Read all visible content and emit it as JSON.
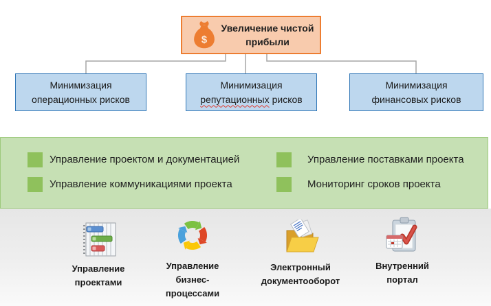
{
  "slide": {
    "goal": {
      "icon": "money-bag-icon",
      "line1": "Увеличение чистой",
      "line2": "прибыли"
    },
    "risks": [
      {
        "line1": "Минимизация",
        "line2": "операционных рисков"
      },
      {
        "line1": "Минимизация",
        "line2_marked": "репутационных",
        "line2_rest": "рисков"
      },
      {
        "line1": "Минимизация",
        "line2": "финансовых рисков"
      }
    ],
    "functions": {
      "left": [
        "Управление проектом и документацией",
        "Управление коммуникациями проекта"
      ],
      "right": [
        "Управление поставками проекта",
        "Мониторинг сроков проекта"
      ]
    },
    "systems": [
      {
        "icon": "gantt-chart-icon",
        "line1": "Управление",
        "line2": "проектами",
        "line3": ""
      },
      {
        "icon": "process-cycle-icon",
        "line1": "Управление",
        "line2": "бизнес-",
        "line3": "процессами"
      },
      {
        "icon": "folder-documents-icon",
        "line1": "Электронный",
        "line2": "документооборот",
        "line3": ""
      },
      {
        "icon": "clipboard-check-icon",
        "line1": "Внутренний",
        "line2": "портал",
        "line3": ""
      }
    ],
    "colors": {
      "goal_fill": "#F8CBAD",
      "goal_border": "#ED7D31",
      "risk_fill": "#BDD7EE",
      "risk_border": "#2E75B6",
      "panel_fill": "#C6E0B4",
      "panel_border": "#9CC97B",
      "bullet_green": "#8FC15C",
      "connector_gray": "#A6A6A6",
      "spellcheck_red": "#E03C31"
    }
  }
}
